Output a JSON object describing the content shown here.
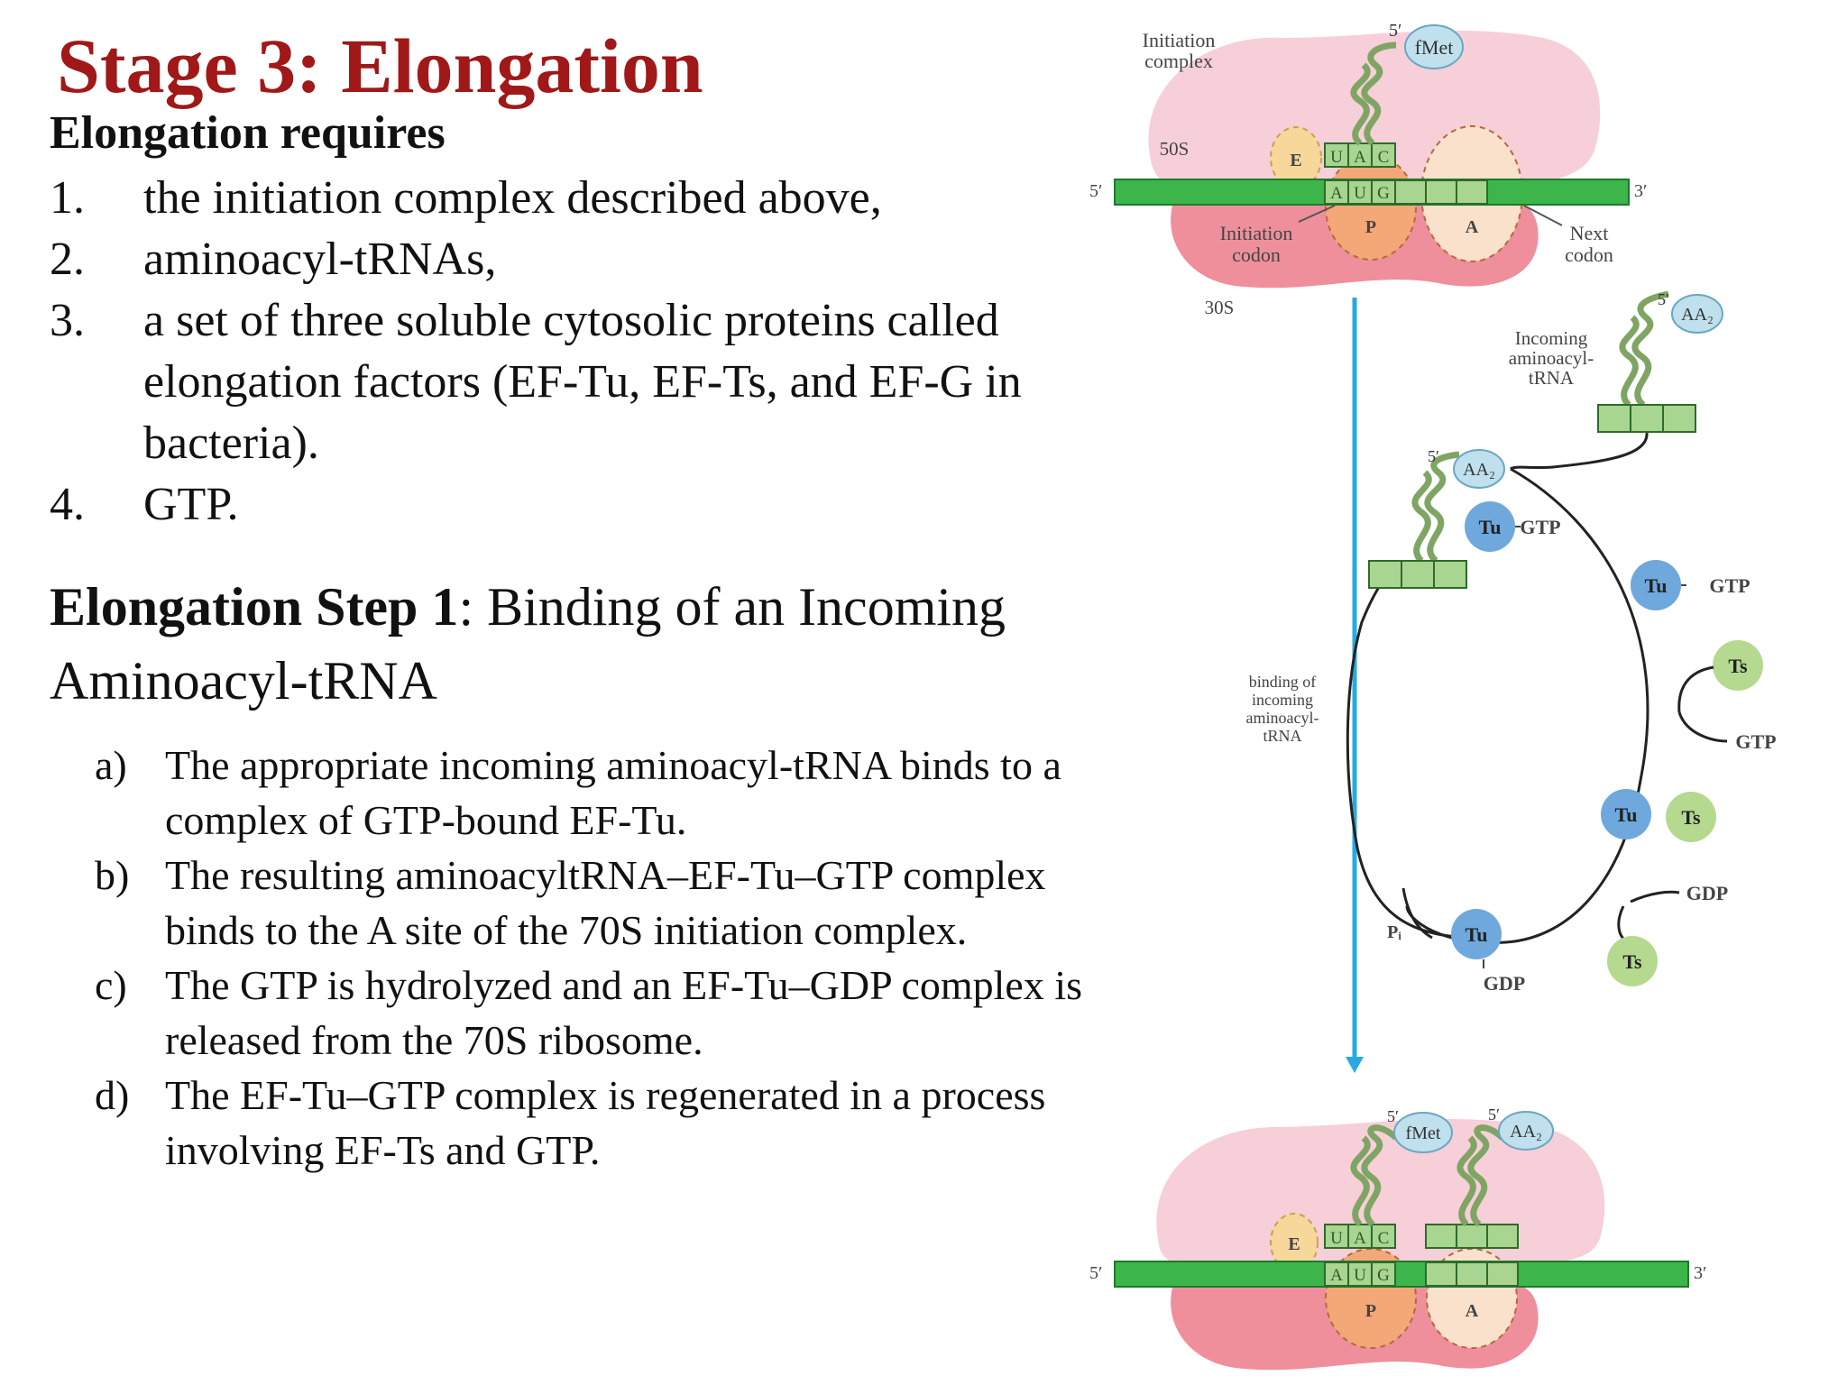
{
  "title": "Stage 3: Elongation",
  "requirements": {
    "heading": "Elongation requires",
    "items": [
      {
        "num": "1.",
        "text": "the initiation complex described above,"
      },
      {
        "num": "2.",
        "text": "aminoacyl-tRNAs,"
      },
      {
        "num": "3.",
        "text": "a set of three soluble cytosolic proteins called elongation factors (EF-Tu, EF-Ts, and EF-G in bacteria)."
      },
      {
        "num": "4.",
        "text": "GTP."
      }
    ]
  },
  "step1": {
    "heading_bold": "Elongation Step 1",
    "heading_rest": ": Binding of an Incoming Aminoacyl-tRNA",
    "items": [
      {
        "letter": "a)",
        "text": "The appropriate incoming aminoacyl-tRNA binds to a complex of GTP-bound EF-Tu."
      },
      {
        "letter": "b)",
        "text": "The resulting aminoacyltRNA–EF-Tu–GTP complex binds to the A site of the 70S initiation complex."
      },
      {
        "letter": "c)",
        "text": "The GTP is hydrolyzed and an EF-Tu–GDP complex is released from the 70S ribosome."
      },
      {
        "letter": "d)",
        "text": "The EF-Tu–GTP complex is regenerated in a process involving EF-Ts and GTP."
      }
    ]
  },
  "diagram": {
    "colors": {
      "mrna": "#3cb54a",
      "large_subunit": "#f7cfd8",
      "small_subunit": "#ef8f9c",
      "e_site": "#f7d79a",
      "p_site": "#f4a878",
      "a_site": "#f9e1cc",
      "codon_box": "#a8d58f",
      "trna": "#c3dda4",
      "tu": "#6fa8dc",
      "ts": "#b5d98f",
      "aa": "#bfe0ec",
      "arrow": "#29a9e0"
    },
    "top": {
      "complex_label_1": "Initiation",
      "complex_label_2": "complex",
      "large_subunit": "50S",
      "small_subunit": "30S",
      "five_prime": "5′",
      "three_prime": "3′",
      "trna_five": "5′",
      "aa": "fMet",
      "e_site": "E",
      "p_site": "P",
      "a_site": "A",
      "anticodon": [
        "U",
        "A",
        "C"
      ],
      "codon": [
        "A",
        "U",
        "G"
      ],
      "init_codon_1": "Initiation",
      "init_codon_2": "codon",
      "next_codon_1": "Next",
      "next_codon_2": "codon"
    },
    "cycle": {
      "incoming_1": "Incoming",
      "incoming_2": "aminoacyl-",
      "incoming_3": "tRNA",
      "aa": "AA₂",
      "five_prime": "5′",
      "tu": "Tu",
      "ts": "Ts",
      "gtp": "GTP",
      "gdp": "GDP",
      "pi": "Pᵢ",
      "binding_1": "binding of",
      "binding_2": "incoming",
      "binding_3": "aminoacyl-",
      "binding_4": "tRNA"
    },
    "bottom": {
      "aa1": "fMet",
      "aa2": "AA₂",
      "trna_five": "5′",
      "e_site": "E",
      "p_site": "P",
      "a_site": "A",
      "five_prime": "5′",
      "three_prime": "3′",
      "anticodon": [
        "U",
        "A",
        "C"
      ],
      "codon": [
        "A",
        "U",
        "G"
      ]
    }
  }
}
